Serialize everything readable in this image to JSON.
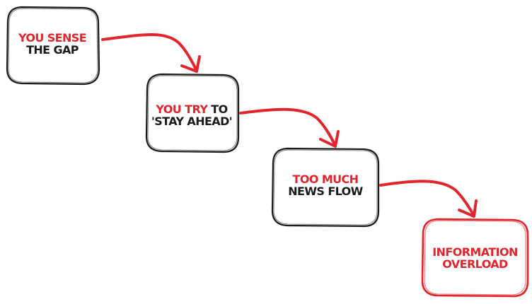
{
  "colors": {
    "accent": "#e0262c",
    "ink": "#1a1a1a",
    "background": "#ffffff"
  },
  "steps": [
    {
      "line1_highlight": "YOU SENSE",
      "line1_rest": "",
      "line2": "THE GAP"
    },
    {
      "line1_highlight": "YOU TRY",
      "line1_rest": " TO",
      "line2": "'STAY AHEAD'"
    },
    {
      "line1_highlight": "TOO MUCH",
      "line1_rest": "",
      "line2": "NEWS FLOW"
    },
    {
      "line1_highlight": "INFORMATION",
      "line1_rest": "",
      "line2": "OVERLOAD"
    }
  ]
}
